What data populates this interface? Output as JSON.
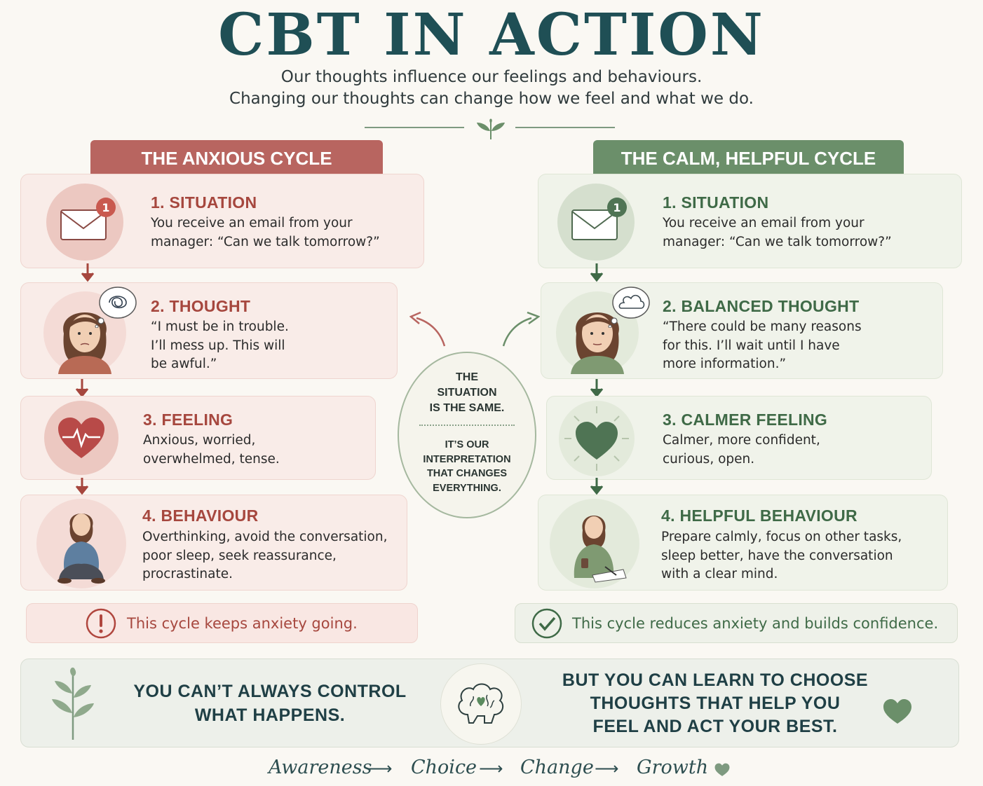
{
  "header": {
    "title": "CBT IN ACTION",
    "subtitle_line1": "Our thoughts influence our feelings and behaviours.",
    "subtitle_line2": "Changing our thoughts can change how we feel and what we do."
  },
  "left": {
    "tab": "THE ANXIOUS CYCLE",
    "cards": [
      {
        "title": "1. SITUATION",
        "lines": [
          "You receive an email from your",
          "manager: “Can we talk tomorrow?”"
        ]
      },
      {
        "title": "2. THOUGHT",
        "lines": [
          "“I must be in trouble.",
          "I’ll mess up. This will",
          "be awful.”"
        ]
      },
      {
        "title": "3. FEELING",
        "lines": [
          "Anxious, worried,",
          "overwhelmed, tense."
        ]
      },
      {
        "title": "4. BEHAVIOUR",
        "lines": [
          "Overthinking, avoid the conversation,",
          "poor sleep, seek reassurance,",
          "procrastinate."
        ]
      }
    ],
    "note": "This cycle keeps anxiety going.",
    "badge": "1"
  },
  "right": {
    "tab": "THE CALM, HELPFUL CYCLE",
    "cards": [
      {
        "title": "1. SITUATION",
        "lines": [
          "You receive an email from your",
          "manager: “Can we talk tomorrow?”"
        ]
      },
      {
        "title": "2. BALANCED THOUGHT",
        "lines": [
          "“There could be many reasons",
          "for this. I’ll wait until I have",
          "more information.”"
        ]
      },
      {
        "title": "3. CALMER FEELING",
        "lines": [
          "Calmer, more confident,",
          "curious, open."
        ]
      },
      {
        "title": "4. HELPFUL BEHAVIOUR",
        "lines": [
          "Prepare calmly, focus on other tasks,",
          "sleep better, have the conversation",
          "with a clear mind."
        ]
      }
    ],
    "note": "This cycle reduces anxiety and builds confidence.",
    "badge": "1"
  },
  "center": {
    "top_lines": [
      "THE",
      "SITUATION",
      "IS THE SAME."
    ],
    "bottom_lines": [
      "IT’S OUR",
      "INTERPRETATION",
      "THAT CHANGES",
      "EVERYTHING."
    ]
  },
  "banner": {
    "left_lines": [
      "YOU CAN’T ALWAYS CONTROL",
      "WHAT HAPPENS."
    ],
    "right_lines": [
      "BUT YOU CAN LEARN TO CHOOSE",
      "THOUGHTS THAT HELP YOU",
      "FEEL AND ACT YOUR BEST."
    ]
  },
  "journey": [
    "Awareness",
    "Choice",
    "Change",
    "Growth"
  ],
  "colors": {
    "title": "#1f4f55",
    "anxious_accent": "#b86560",
    "calm_accent": "#6b8f6a",
    "background": "#faf8f3"
  },
  "icons": [
    "leaf-icon",
    "envelope-icon",
    "tangled-thought-icon",
    "cloud-icon",
    "heartbeat-icon",
    "heart-icon",
    "warning-icon",
    "check-icon",
    "brain-icon",
    "plant-icon"
  ]
}
